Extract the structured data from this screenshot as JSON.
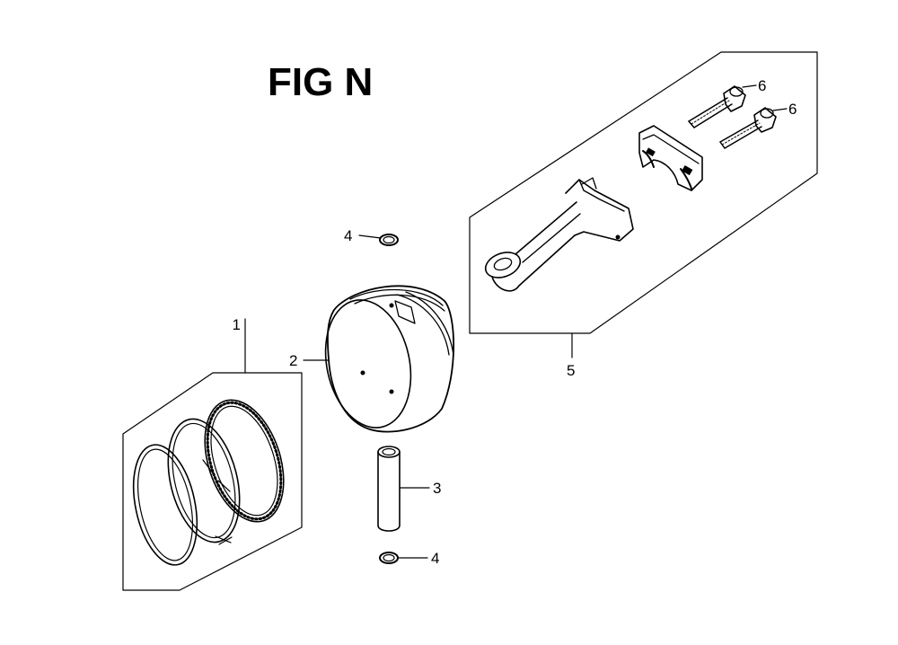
{
  "figure": {
    "title": "FIG N",
    "callouts": [
      {
        "id": "piston-ring-set",
        "label": "1"
      },
      {
        "id": "piston",
        "label": "2"
      },
      {
        "id": "piston-pin",
        "label": "3"
      },
      {
        "id": "piston-pin-clip-top",
        "label": "4"
      },
      {
        "id": "piston-pin-clip-bottom",
        "label": "4"
      },
      {
        "id": "connecting-rod-assembly",
        "label": "5"
      },
      {
        "id": "rod-bolt-upper",
        "label": "6"
      },
      {
        "id": "rod-bolt-lower",
        "label": "6"
      }
    ]
  }
}
